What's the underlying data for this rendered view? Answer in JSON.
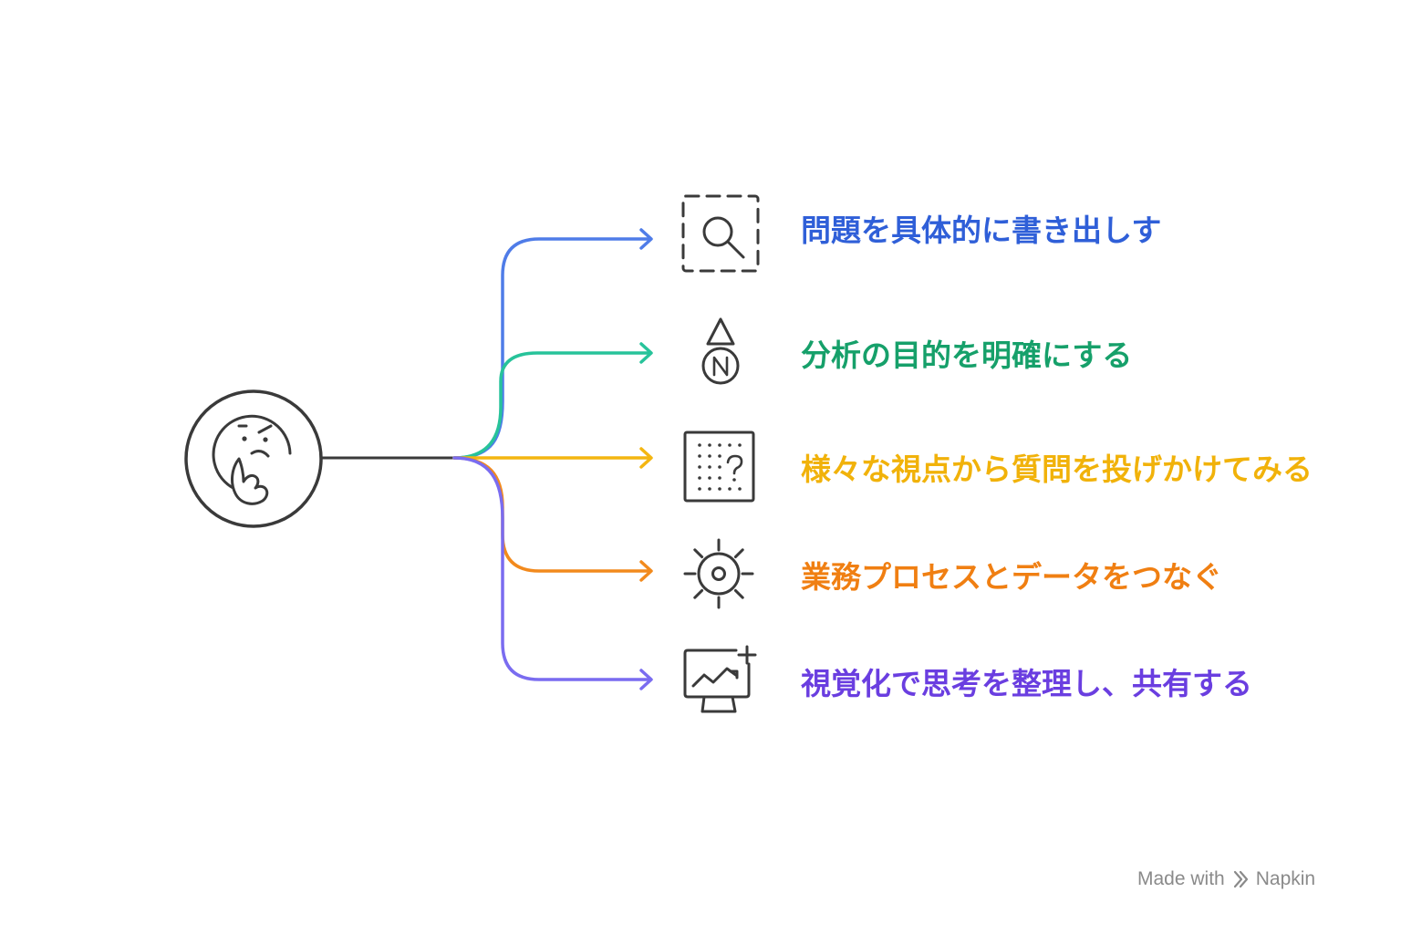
{
  "branches": [
    {
      "label": "問題を具体的に書き出しす",
      "color": "#2f5fd8",
      "line_color": "#4f7ce8",
      "icon": "dashed-square-magnifier-icon"
    },
    {
      "label": "分析の目的を明確にする",
      "color": "#16a06a",
      "line_color": "#27c39a",
      "icon": "compass-north-icon"
    },
    {
      "label": "様々な視点から質問を投げかけてみる",
      "color": "#f1b20a",
      "line_color": "#f4b611",
      "icon": "dot-grid-question-icon"
    },
    {
      "label": "業務プロセスとデータをつなぐ",
      "color": "#f07f12",
      "line_color": "#f28a1d",
      "icon": "sun-gear-icon"
    },
    {
      "label": "視覚化で思考を整理し、共有する",
      "color": "#6a3ee0",
      "line_color": "#7a6cf0",
      "icon": "monitor-chart-plus-icon"
    }
  ],
  "center": {
    "icon": "thinking-face-icon"
  },
  "watermark": {
    "made_with": "Made with",
    "brand": "Napkin"
  }
}
